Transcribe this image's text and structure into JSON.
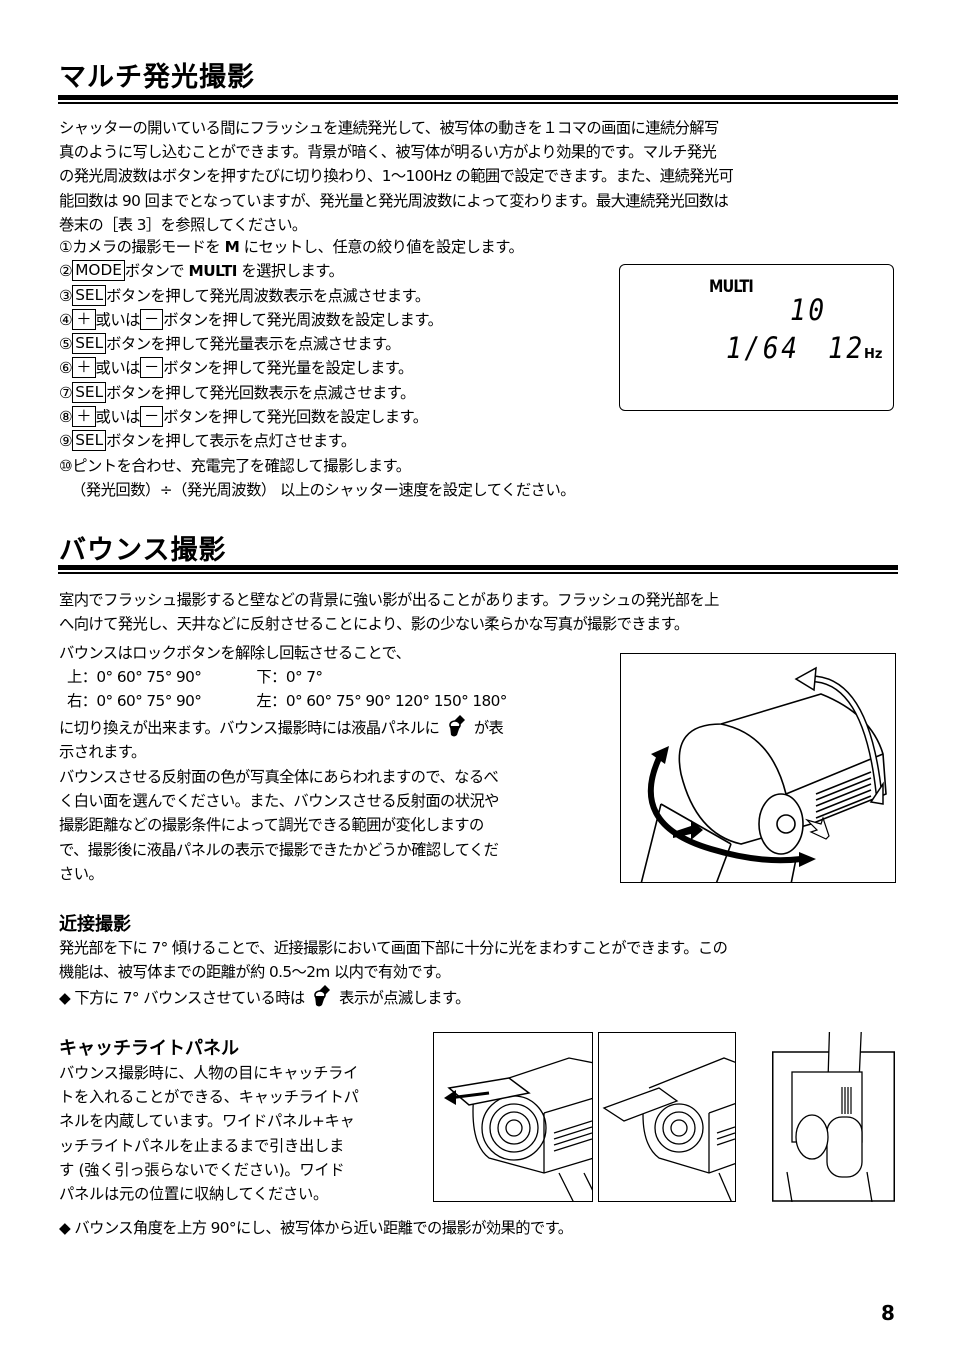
{
  "page_number": "8",
  "section_multi": {
    "title": "マルチ発光撮影",
    "intro_lines": [
      "シャッターの開いている間にフラッシュを連続発光して、被写体の動きを１コマの画面に連続分解写",
      "真のように写し込むことができます。背景が暗く、被写体が明るい方がより効果的です。マルチ発光",
      "の発光周波数はボタンを押すたびに切り換わり、1〜100Hz の範囲で設定できます。また、連続発光可",
      "能回数は 90 回までとなっていますが、発光量と発光周波数によって変わります。最大連続発光回数は",
      "巻末の［表 3］を参照してください。"
    ],
    "steps": [
      {
        "num": "①",
        "pre": "カメラの撮影モードを ",
        "bold": "M",
        "post": " にセットし、任意の絞り値を設定します。"
      },
      {
        "num": "②",
        "key": "MODE",
        "pre": "ボタンで ",
        "bold": "MULTI",
        "post": " を選択します。"
      },
      {
        "num": "③",
        "key": "SEL",
        "post": "ボタンを押して発光周波数表示を点滅させます。"
      },
      {
        "num": "④",
        "key": "＋",
        "mid": "或いは",
        "key2": "－",
        "post": "ボタンを押して発光周波数を設定します。"
      },
      {
        "num": "⑤",
        "key": "SEL",
        "post": "ボタンを押して発光量表示を点滅させます。"
      },
      {
        "num": "⑥",
        "key": "＋",
        "mid": "或いは",
        "key2": "－",
        "post": "ボタンを押して発光量を設定します。"
      },
      {
        "num": "⑦",
        "key": "SEL",
        "post": "ボタンを押して発光回数表示を点滅させます。"
      },
      {
        "num": "⑧",
        "key": "＋",
        "mid": "或いは",
        "key2": "－",
        "post": "ボタンを押して発光回数を設定します。"
      },
      {
        "num": "⑨",
        "key": "SEL",
        "post": "ボタンを押して表示を点灯させます。"
      },
      {
        "num": "⑩",
        "post": "ピントを合わせ、充電完了を確認して撮影します。"
      }
    ],
    "note": "（発光回数）÷（発光周波数）  以上のシャッター速度を設定してください。",
    "lcd": {
      "mode": "MULTI",
      "count": "10",
      "power": "1/64",
      "frequency": "12",
      "unit": "Hz"
    }
  },
  "section_bounce": {
    "title": "バウンス撮影",
    "intro_lines": [
      "室内でフラッシュ撮影すると壁などの背景に強い影が出ることがあります。フラッシュの発光部を上",
      "へ向けて発光し、天井などに反射させることにより、影の少ない柔らかな写真が撮影できます。"
    ],
    "lead": "バウンスはロックボタンを解除し回転させることで、",
    "angles": {
      "up_label": "上：",
      "up_values": "0°  60°  75°  90°",
      "down_label": "下：",
      "down_values": "0°   7°",
      "right_label": "右：",
      "right_values": "0°  60°  75°  90°",
      "left_label": "左：",
      "left_values": "0°  60°  75°  90°  120°  150°  180°"
    },
    "switch_line_pre": "に切り換えが出来ます。バウンス撮影時には液晶パネルに",
    "switch_line_post": "が表",
    "switch_line_2": "示されます。",
    "body_lines": [
      "バウンスさせる反射面の色が写真全体にあらわれますので、なるべ",
      "く白い面を選んでください。また、バウンスさせる反射面の状況や",
      "撮影距離などの撮影条件によって調光できる範囲が変化しますの",
      "で、撮影後に液晶パネルの表示で撮影できたかどうか確認してくだ",
      "さい。"
    ]
  },
  "section_closeup": {
    "title": "近接撮影",
    "lines": [
      "発光部を下に 7°  傾けることで、近接撮影において画面下部に十分に光をまわすことができます。この",
      "機能は、被写体までの距離が約 0.5〜2m 以内で有効です。"
    ],
    "note_pre": "◆ 下方に 7°  バウンスさせている時は",
    "note_post": "表示が点滅します。"
  },
  "section_catchlight": {
    "title": "キャッチライトパネル",
    "lines": [
      "バウンス撮影時に、人物の目にキャッチライ",
      "トを入れることができる、キャッチライトパ",
      "ネルを内蔵しています。ワイドパネル+キャ",
      "ッチライトパネルを止まるまで引き出しま",
      "す (強く引っ張らないでください)。ワイド",
      "パネルは元の位置に収納してください。"
    ],
    "note": "◆ バウンス角度を上方 90°にし、被写体から近い距離での撮影が効果的です。"
  }
}
